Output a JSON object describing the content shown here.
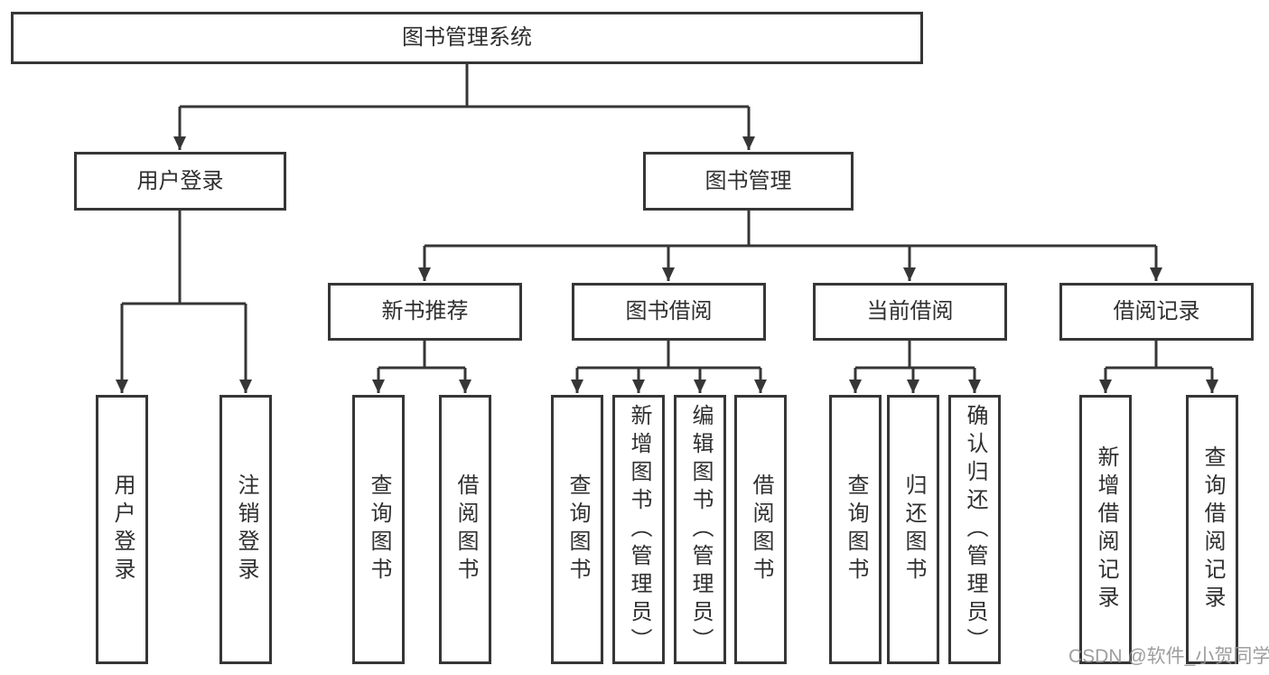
{
  "diagram": {
    "root": "图书管理系统",
    "branches": [
      {
        "label": "用户登录",
        "children": [
          {
            "label": "用户登录"
          },
          {
            "label": "注销登录"
          }
        ]
      },
      {
        "label": "图书管理",
        "children": [
          {
            "label": "新书推荐",
            "children": [
              {
                "label": "查询图书"
              },
              {
                "label": "借阅图书"
              }
            ]
          },
          {
            "label": "图书借阅",
            "children": [
              {
                "label": "查询图书"
              },
              {
                "label": "新增图书（管理员）"
              },
              {
                "label": "编辑图书（管理员）"
              },
              {
                "label": "借阅图书"
              }
            ]
          },
          {
            "label": "当前借阅",
            "children": [
              {
                "label": "查询图书"
              },
              {
                "label": "归还图书"
              },
              {
                "label": "确认归还（管理员）"
              }
            ]
          },
          {
            "label": "借阅记录",
            "children": [
              {
                "label": "新增借阅记录"
              },
              {
                "label": "查询借阅记录"
              }
            ]
          }
        ]
      }
    ]
  },
  "watermark": "CSDN @软件_小贺同学",
  "colors": {
    "line": "#363636",
    "text": "#2f2f2f",
    "watermark": "#949494"
  }
}
